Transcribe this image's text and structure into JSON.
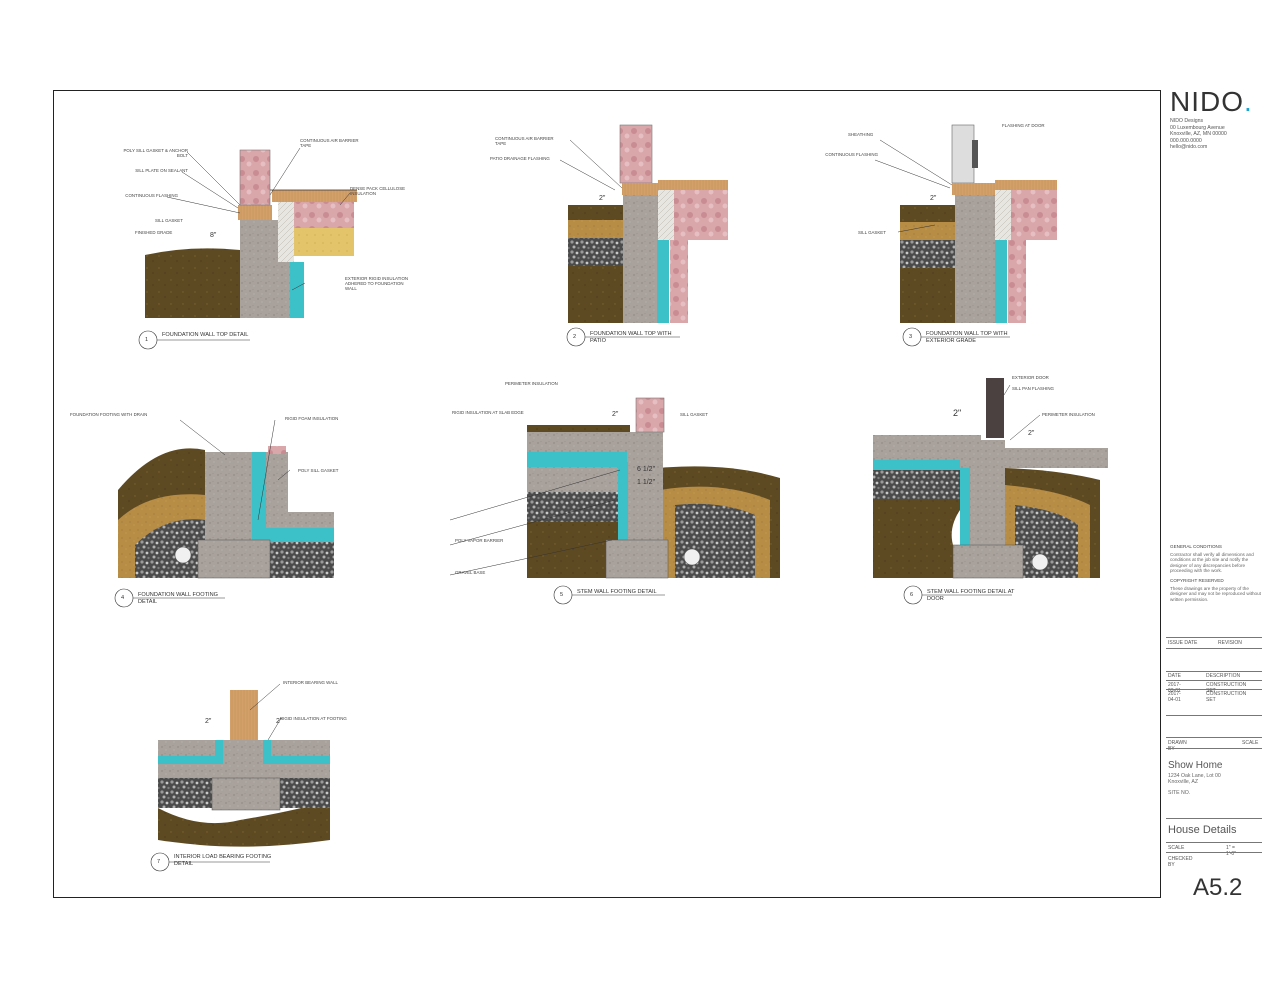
{
  "logo": {
    "text": "NIDO",
    "dot": "."
  },
  "firm": {
    "line1": "NIDO Designs",
    "line2": "00 Luxembourg Avenue",
    "line3": "Knoxville, AZ, MN 00000",
    "line4": "000.000.0000",
    "line5": "hello@nido.com"
  },
  "general_notes": {
    "heading": "GENERAL CONDITIONS",
    "body": "Contractor shall verify all dimensions and conditions at the job site and notify the designer of any discrepancies before proceeding with the work.",
    "heading2": "COPYRIGHT RESERVED",
    "body2": "These drawings are the property of the designer and may not be reproduced without written permission."
  },
  "issue": {
    "left": "ISSUE DATE",
    "right": "REVISION"
  },
  "dates": [
    {
      "a": "DATE",
      "b": "DESCRIPTION"
    },
    {
      "a": "2017-03-01",
      "b": "CONSTRUCTION SET"
    },
    {
      "a": "2017-04-01",
      "b": "CONSTRUCTION SET"
    }
  ],
  "drawn": {
    "a": "DRAWN BY",
    "b": "SCALE"
  },
  "project": {
    "name": "Show Home",
    "sub1": "1234 Oak Lane, Lot 00",
    "sub2": "Knoxville, AZ",
    "sub3": "SITE NO."
  },
  "sheet": {
    "title": "House Details",
    "scale_label": "SCALE",
    "scale": "1\" = 1'-0\"",
    "checked": "CHECKED BY",
    "number": "A5.2"
  },
  "details": [
    {
      "num": "1",
      "title": "FOUNDATION WALL TOP DETAIL"
    },
    {
      "num": "2",
      "title": "FOUNDATION WALL TOP WITH PATIO"
    },
    {
      "num": "3",
      "title": "FOUNDATION WALL TOP WITH EXTERIOR GRADE"
    },
    {
      "num": "4",
      "title": "FOUNDATION WALL FOOTING DETAIL"
    },
    {
      "num": "5",
      "title": "STEM WALL FOOTING DETAIL"
    },
    {
      "num": "6",
      "title": "STEM WALL FOOTING DETAIL AT DOOR"
    },
    {
      "num": "7",
      "title": "INTERIOR LOAD BEARING FOOTING DETAIL"
    }
  ],
  "dims": {
    "two_in": "2\"",
    "six_half": "6 1/2\"",
    "one_half": "1 1/2\"",
    "eight": "8\""
  },
  "notes": {
    "d1": [
      "POLY SILL GASKET & ANCHOR BOLT",
      "SILL PLATE ON SEALANT",
      "CONTINUOUS FLASHING",
      "SILL GASKET",
      "FINISHED GRADE",
      "CONTINUOUS AIR BARRIER TAPE",
      "DENSE PACK CELLULOSE INSULATION",
      "EXTERIOR RIGID INSULATION ADHERED TO FOUNDATION WALL"
    ],
    "d2": [
      "CONTINUOUS AIR BARRIER TAPE",
      "PATIO DRAINAGE FLASHING"
    ],
    "d3": [
      "SHEATHING",
      "CONTINUOUS FLASHING",
      "SILL GASKET",
      "FLASHING AT DOOR"
    ],
    "d4": [
      "FOUNDATION FOOTING WITH DRAIN",
      "RIGID FOAM INSULATION",
      "POLY SILL GASKET"
    ],
    "d5": [
      "PERIMETER INSULATION",
      "SILL GASKET",
      "RIGID INSULATION AT SLAB EDGE",
      "POLY VAPOR BARRIER",
      "GRAVEL BASE"
    ],
    "d6": [
      "EXTERIOR DOOR",
      "SILL PAN FLASHING",
      "PERIMETER INSULATION"
    ],
    "d7": [
      "INTERIOR BEARING WALL",
      "RIGID INSULATION AT FOOTING"
    ]
  }
}
